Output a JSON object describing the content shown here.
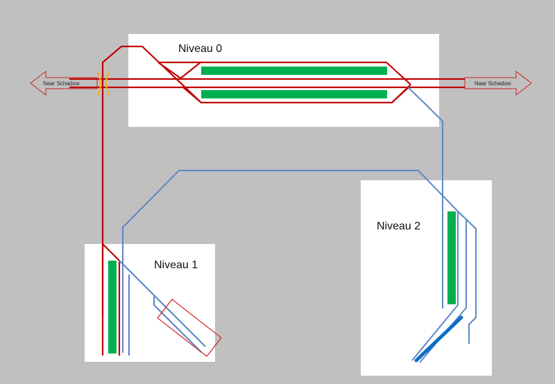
{
  "labels": {
    "niveau0": "Niveau 0",
    "niveau1": "Niveau 1",
    "niveau2": "Niveau 2",
    "shadow_left": "Naar Schaduw",
    "shadow_right": "Naar Schaduw"
  },
  "colors": {
    "background": "#c0c0c0",
    "panel": "#ffffff",
    "red_track": "#c00000",
    "blue_track": "#5b87c5",
    "platform": "#00b050",
    "dark_blue_platform": "#0b6fc4",
    "tunnel_arc": "#f0b020"
  }
}
